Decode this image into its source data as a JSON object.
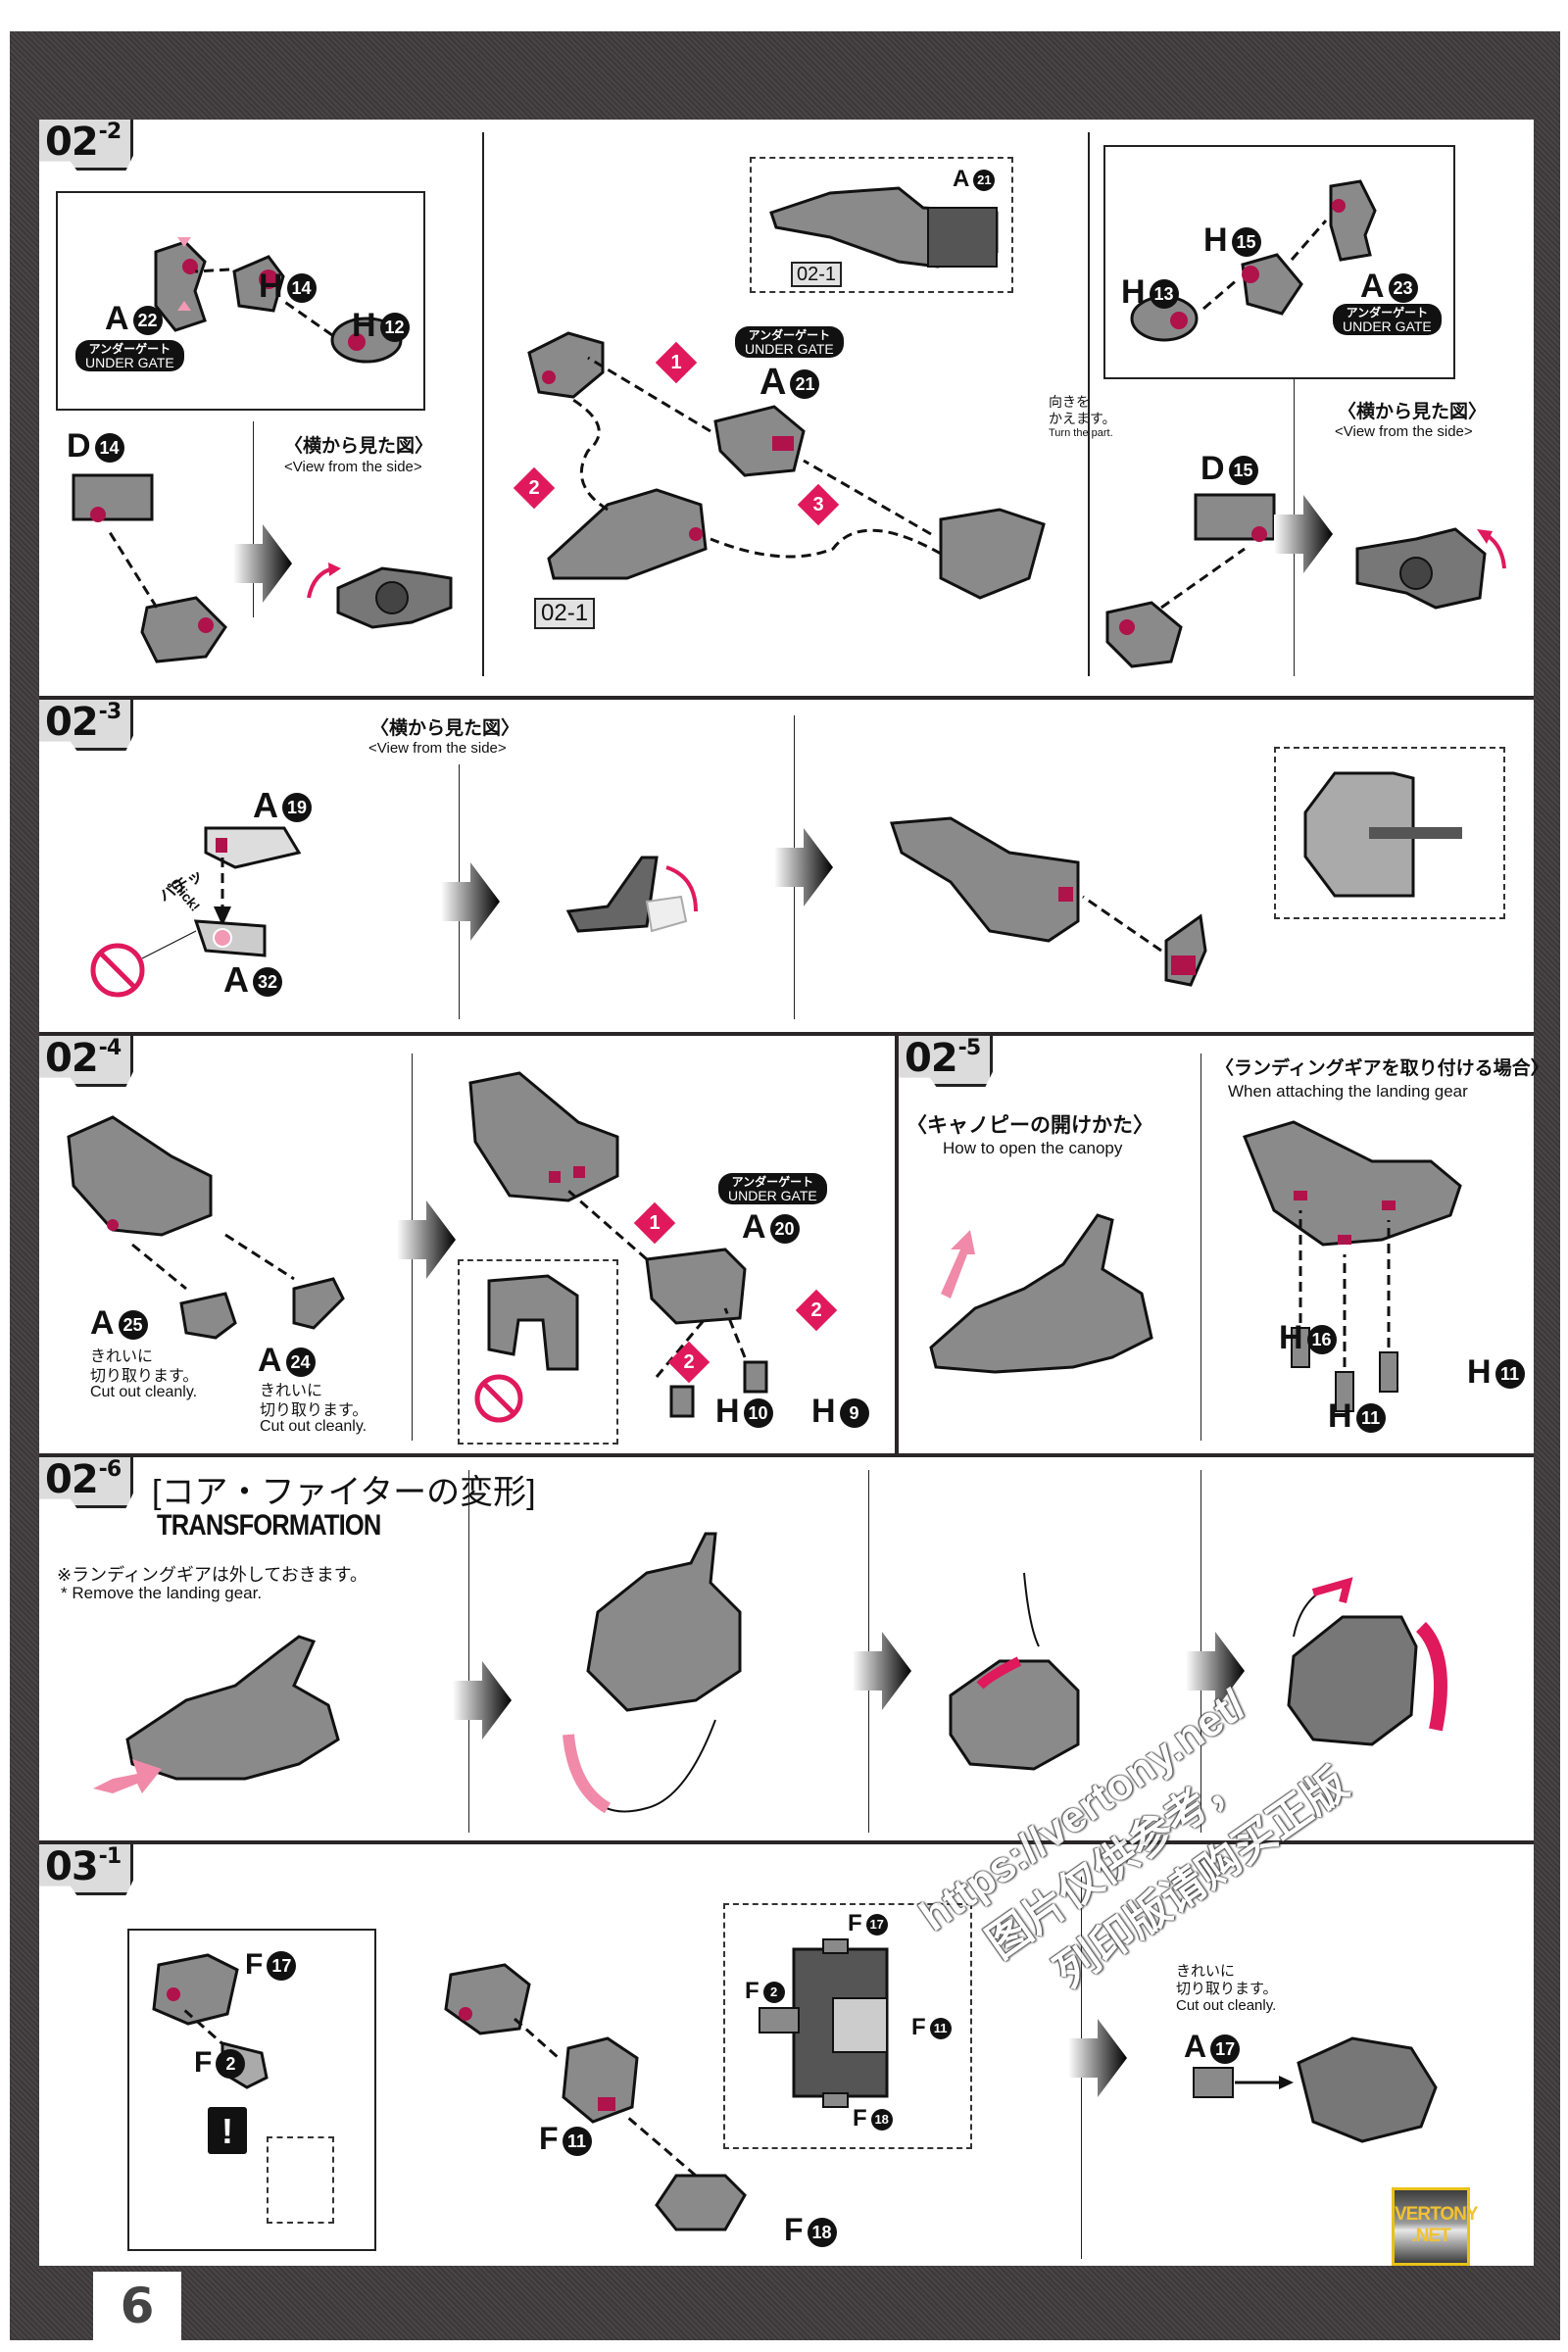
{
  "page": {
    "number": "6",
    "logo": {
      "line1": "VERTONY",
      "line2": ".NET"
    },
    "watermark": {
      "line1": "https://vertony.net/",
      "line2": "图片仅供参考，",
      "line3": "列印版请购买正版"
    },
    "colors": {
      "frame": "#3f3a3c",
      "accent_pink": "#e0195c",
      "part_gray": "#8a8a8a"
    }
  },
  "steps": {
    "s02_2": {
      "label": "02",
      "sub": "2",
      "inset_left": {
        "parts": [
          {
            "letter": "A",
            "num": "22"
          },
          {
            "letter": "H",
            "num": "14"
          },
          {
            "letter": "H",
            "num": "12"
          }
        ],
        "gate": {
          "jp": "アンダーゲート",
          "en": "UNDER GATE"
        }
      },
      "left_part": {
        "letter": "D",
        "num": "14"
      },
      "side_view_left": {
        "jp": "〈横から見た図〉",
        "en": "<View from the side>"
      },
      "center": {
        "parts": [
          {
            "letter": "A",
            "num": "21"
          }
        ],
        "gate": {
          "jp": "アンダーゲート",
          "en": "UNDER GATE"
        },
        "ref_top": {
          "letter": "A",
          "num": "21",
          "ref": "02-1"
        },
        "ref_bottom": "02-1",
        "order": [
          "1",
          "2",
          "3"
        ],
        "turn_note": {
          "jp_line1": "向きを",
          "jp_line2": "かえます。",
          "en": "Turn the part."
        }
      },
      "inset_right": {
        "parts": [
          {
            "letter": "H",
            "num": "15"
          },
          {
            "letter": "H",
            "num": "13"
          },
          {
            "letter": "A",
            "num": "23"
          }
        ],
        "gate": {
          "jp": "アンダーゲート",
          "en": "UNDER GATE"
        }
      },
      "right_part": {
        "letter": "D",
        "num": "15"
      },
      "side_view_right": {
        "jp": "〈横から見た図〉",
        "en": "<View from the side>"
      }
    },
    "s02_3": {
      "label": "02",
      "sub": "3",
      "parts": [
        {
          "letter": "A",
          "num": "19"
        },
        {
          "letter": "A",
          "num": "32"
        }
      ],
      "click": {
        "jp": "パチッ",
        "en": "Click!"
      },
      "side_view": {
        "jp": "〈横から見た図〉",
        "en": "<View from the side>"
      }
    },
    "s02_4": {
      "label": "02",
      "sub": "4",
      "left_parts": [
        {
          "letter": "A",
          "num": "25",
          "jp_line1": "きれいに",
          "jp_line2": "切り取ります。",
          "en": "Cut out cleanly."
        },
        {
          "letter": "A",
          "num": "24",
          "jp_line1": "きれいに",
          "jp_line2": "切り取ります。",
          "en": "Cut out cleanly."
        }
      ],
      "gate": {
        "jp": "アンダーゲート",
        "en": "UNDER GATE"
      },
      "right_parts": [
        {
          "letter": "A",
          "num": "20"
        },
        {
          "letter": "H",
          "num": "10"
        },
        {
          "letter": "H",
          "num": "9"
        }
      ],
      "order": [
        "1",
        "2",
        "2"
      ]
    },
    "s02_5": {
      "label": "02",
      "sub": "5",
      "canopy": {
        "jp": "〈キャノピーの開けかた〉",
        "en": "How to open the canopy"
      },
      "landing": {
        "jp": "〈ランディングギアを取り付ける場合〉",
        "en": "When attaching the landing gear"
      },
      "parts": [
        {
          "letter": "H",
          "num": "16"
        },
        {
          "letter": "H",
          "num": "11"
        },
        {
          "letter": "H",
          "num": "11"
        }
      ]
    },
    "s02_6": {
      "label": "02",
      "sub": "6",
      "title_jp": "[コア・ファイターの変形]",
      "title_en": "TRANSFORMATION",
      "note_jp": "※ランディングギアは外しておきます。",
      "note_en": "* Remove the landing gear."
    },
    "s03_1": {
      "label": "03",
      "sub": "1",
      "inset_parts": [
        {
          "letter": "F",
          "num": "17"
        },
        {
          "letter": "F",
          "num": "2"
        }
      ],
      "warning": "!",
      "center_parts": [
        {
          "letter": "F",
          "num": "11"
        },
        {
          "letter": "F",
          "num": "18"
        }
      ],
      "detail_parts": [
        {
          "letter": "F",
          "num": "17"
        },
        {
          "letter": "F",
          "num": "2"
        },
        {
          "letter": "F",
          "num": "11"
        },
        {
          "letter": "F",
          "num": "18"
        }
      ],
      "right": {
        "jp_line1": "きれいに",
        "jp_line2": "切り取ります。",
        "en": "Cut out cleanly.",
        "part": {
          "letter": "A",
          "num": "17"
        }
      }
    }
  }
}
